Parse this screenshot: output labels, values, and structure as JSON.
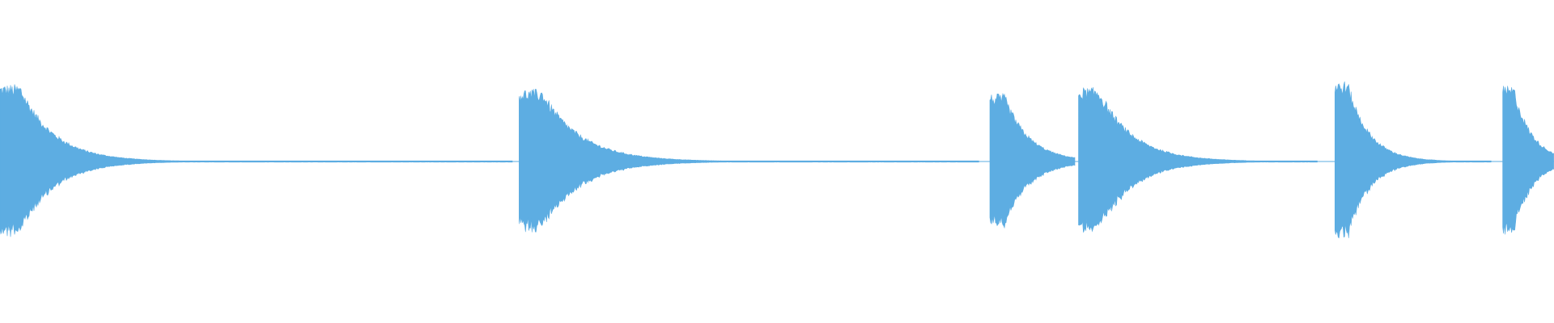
{
  "waveform": {
    "color": "#5DADE2",
    "background": "#FFFFFF",
    "duration_fraction_range": [
      0,
      1
    ],
    "peak_amplitude": 0.48,
    "onsets": [
      {
        "start": 0.0,
        "amplitude": 0.48,
        "decay": 0.022,
        "tail_end": 0.33
      },
      {
        "start": 0.334,
        "amplitude": 0.45,
        "decay": 0.025,
        "tail_end": 0.63
      },
      {
        "start": 0.637,
        "amplitude": 0.42,
        "decay": 0.016,
        "tail_end": 0.692
      },
      {
        "start": 0.694,
        "amplitude": 0.46,
        "decay": 0.022,
        "tail_end": 0.848
      },
      {
        "start": 0.859,
        "amplitude": 0.5,
        "decay": 0.014,
        "tail_end": 0.96
      },
      {
        "start": 0.967,
        "amplitude": 0.47,
        "decay": 0.012,
        "tail_end": 1.0
      }
    ]
  }
}
